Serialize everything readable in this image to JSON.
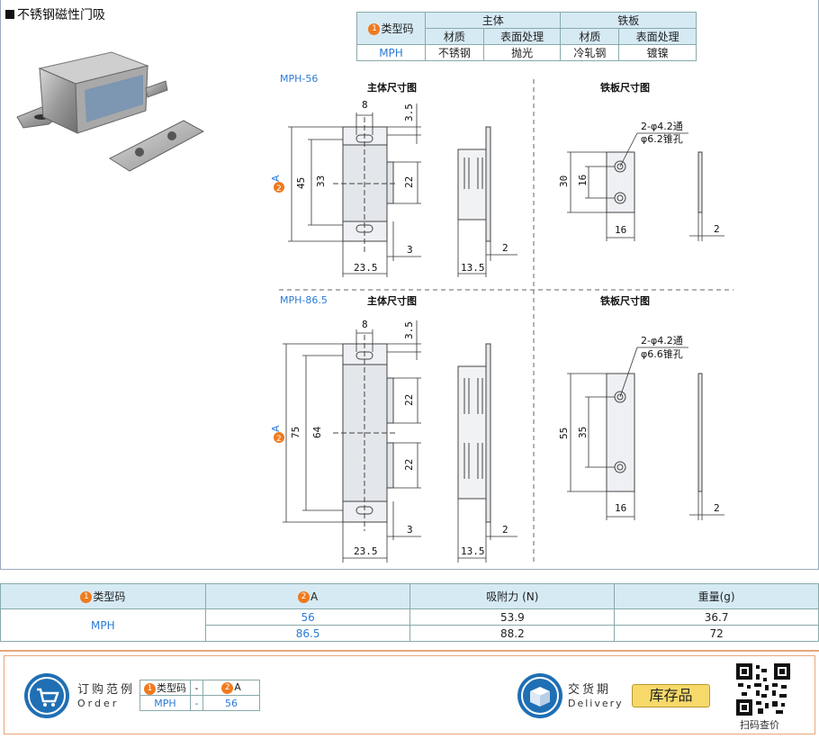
{
  "title": "不锈钢磁性门吸",
  "spec_table": {
    "h_type": "类型码",
    "h_body": "主体",
    "h_plate": "铁板",
    "h_material": "材质",
    "h_surface": "表面处理",
    "h_material2": "材质",
    "h_surface2": "表面处理",
    "type": "MPH",
    "body_material": "不锈钢",
    "body_surface": "抛光",
    "plate_material": "冷轧钢",
    "plate_surface": "镀镍"
  },
  "drawing": {
    "model1": "MPH-56",
    "model2": "MPH-86.5",
    "body_title": "主体尺寸图",
    "plate_title": "铁板尺寸图",
    "badge1": "1",
    "badge2": "2",
    "badge_letter": "A",
    "d8": "8",
    "d35": "3.5",
    "d45": "45",
    "d33": "33",
    "d22": "22",
    "d3": "3",
    "d235": "23.5",
    "d135": "13.5",
    "d2": "2",
    "hole1_a": "2-φ4.2通",
    "hole1_b": "φ6.2锥孔",
    "d30": "30",
    "d16": "16",
    "d75": "75",
    "d64": "64",
    "hole2_a": "2-φ4.2通",
    "hole2_b": "φ6.6锥孔",
    "d55": "55",
    "d35b": "35"
  },
  "main_table": {
    "h_type": "类型码",
    "h_a": "A",
    "h_force": "吸附力 (N)",
    "h_weight": "重量(g)",
    "type": "MPH",
    "rows": [
      {
        "a": "56",
        "force": "53.9",
        "weight": "36.7"
      },
      {
        "a": "86.5",
        "force": "88.2",
        "weight": "72"
      }
    ]
  },
  "order": {
    "label_cn": "订购范例",
    "label_en": "Order",
    "h_type": "类型码",
    "dash": "-",
    "h_a": "A",
    "type": "MPH",
    "a": "56",
    "icon": "shopping-cart-icon"
  },
  "delivery": {
    "label_cn": "交货期",
    "label_en": "Delivery",
    "stock": "库存品",
    "icon": "package-icon"
  },
  "qr": {
    "label": "扫码查价",
    "icon": "qr-code-icon"
  },
  "colors": {
    "accent_blue": "#2a7bd6",
    "header_bg": "#d6eaf4",
    "badge_orange": "#f07a1e",
    "stock_yellow": "#f7d96a",
    "border_orange": "#e8a57a"
  }
}
